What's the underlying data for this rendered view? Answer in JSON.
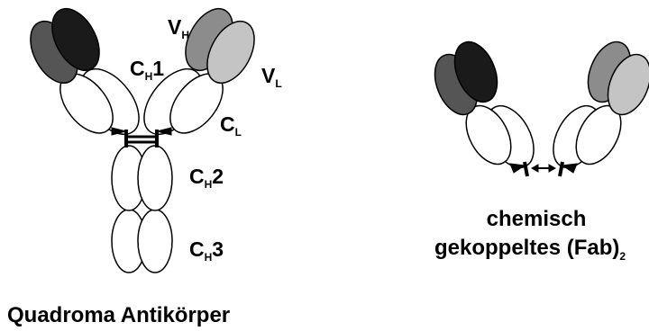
{
  "left_antibody": {
    "caption": "Quadroma Antikörper",
    "labels": {
      "vh": {
        "main": "V",
        "sub": "H"
      },
      "vl": {
        "main": "V",
        "sub": "L"
      },
      "ch1": {
        "main": "C",
        "sub": "H",
        "suffix": "1"
      },
      "cl": {
        "main": "C",
        "sub": "L"
      },
      "ch2": {
        "main": "C",
        "sub": "H",
        "suffix": "2"
      },
      "ch3": {
        "main": "C",
        "sub": "H",
        "suffix": "3"
      }
    }
  },
  "right_antibody": {
    "caption_line1": "chemisch",
    "caption_line2_main": "gekoppeltes (Fab)",
    "caption_line2_sub": "2"
  },
  "colors": {
    "black_domain": "#1a1a1a",
    "dark_gray_domain": "#555555",
    "mid_gray_domain": "#8c8c8c",
    "light_gray_domain": "#c4c4c4",
    "outline": "#000000",
    "background": "#ffffff"
  }
}
